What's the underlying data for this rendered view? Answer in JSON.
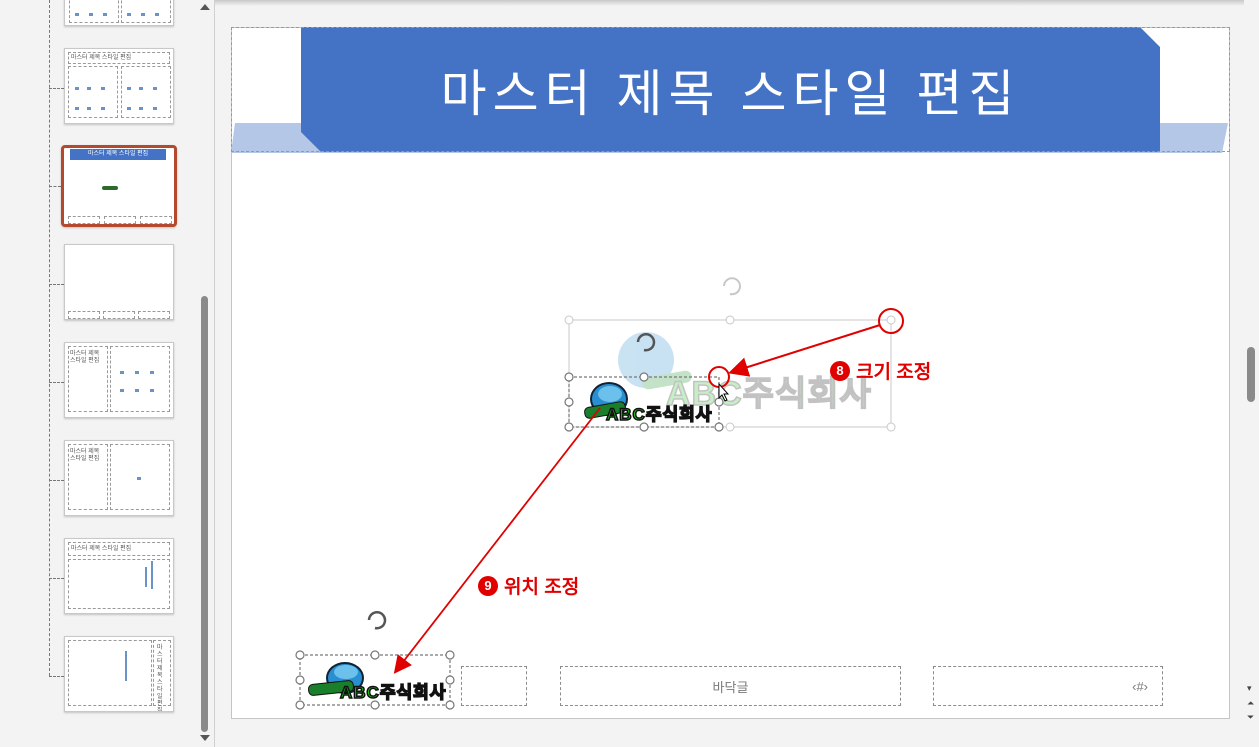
{
  "thumbnails": [
    {
      "id": "t0",
      "title": "",
      "selected": false
    },
    {
      "id": "t1",
      "title": "마스터 제목 스타일 편집",
      "selected": false
    },
    {
      "id": "t2",
      "title": "마스터 제목 스타일 편집",
      "selected": true
    },
    {
      "id": "t3",
      "title": "",
      "selected": false
    },
    {
      "id": "t4",
      "title": "마스터 제목 스타일 편집",
      "selected": false
    },
    {
      "id": "t5",
      "title": "마스터 제목 스타일 편집",
      "selected": false
    },
    {
      "id": "t6",
      "title": "마스터 제목 스타일 편집",
      "selected": false
    },
    {
      "id": "t7",
      "title": "마스터 제목 스타일 편집",
      "selected": false
    }
  ],
  "slide": {
    "title": "마스터 제목 스타일 편집",
    "footer_text": "바닥글",
    "page_number": "‹#›",
    "logo_text": "ABC주식회사",
    "colors": {
      "title_band": "#4472c4",
      "title_accent": "#b4c7e7",
      "annotation": "#e00000"
    }
  },
  "annotations": [
    {
      "number": "8",
      "number_glyph": "❽",
      "label": "크기 조정"
    },
    {
      "number": "9",
      "number_glyph": "❾",
      "label": "위치 조정"
    }
  ]
}
